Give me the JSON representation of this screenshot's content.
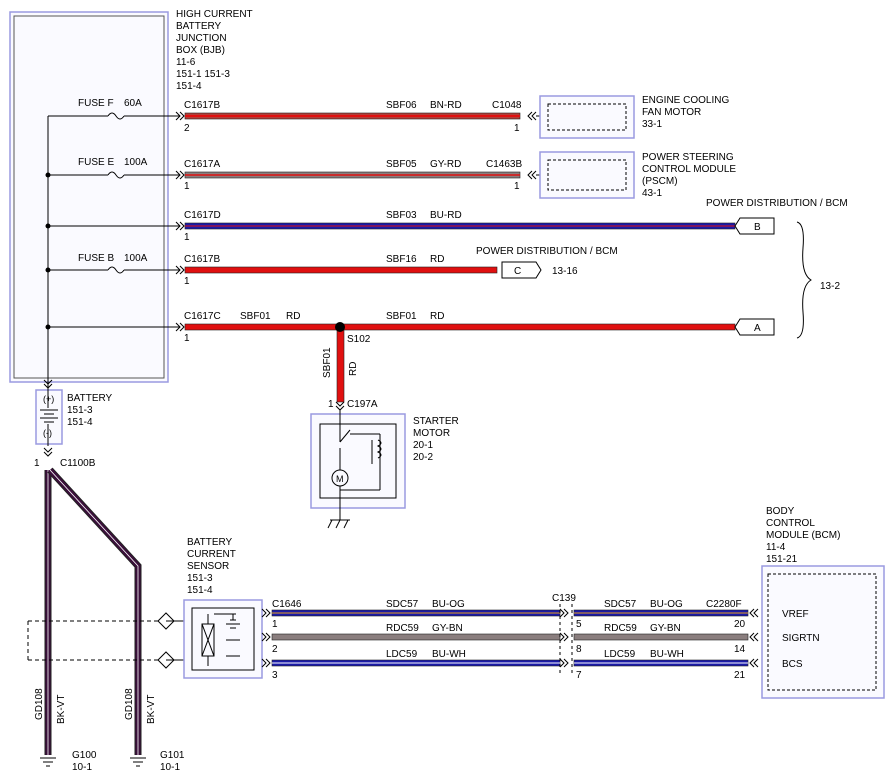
{
  "colors": {
    "box_border": "#9a9ae0",
    "red": "#e01010",
    "blue": "#1a1aa8",
    "gray": "#8a7e7e",
    "bkvt": "#3b0f3b",
    "wire_edge": "#222222"
  },
  "bjb": {
    "title_lines": [
      "HIGH CURRENT",
      "BATTERY",
      "JUNCTION",
      "BOX (BJB)",
      "11-6",
      "151-1      151-3",
      "151-4"
    ]
  },
  "fuses": [
    {
      "name": "FUSE F",
      "rating": "60A"
    },
    {
      "name": "FUSE E",
      "rating": "100A"
    },
    {
      "name": "FUSE B",
      "rating": "100A"
    }
  ],
  "circuits": [
    {
      "conn": "C1617B",
      "pin": "2",
      "circuit": "SBF06",
      "color": "BN-RD",
      "end_conn": "C1048",
      "end_pin": "1"
    },
    {
      "conn": "C1617A",
      "pin": "1",
      "circuit": "SBF05",
      "color": "GY-RD",
      "end_conn": "C1463B",
      "end_pin": "1"
    },
    {
      "conn": "C1617D",
      "pin": "1",
      "circuit": "SBF03",
      "color": "BU-RD"
    },
    {
      "conn": "C1617B",
      "pin": "1",
      "circuit": "SBF16",
      "color": "RD"
    },
    {
      "conn": "C1617C",
      "pin": "1",
      "circuit": "SBF01",
      "color": "RD",
      "circuit2": "SBF01",
      "color2": "RD"
    }
  ],
  "components": {
    "fan_motor": [
      "ENGINE COOLING",
      "FAN MOTOR",
      "33-1"
    ],
    "pscm": [
      "POWER STEERING",
      "CONTROL MODULE",
      "(PSCM)",
      "43-1"
    ],
    "power_dist_top": "POWER DISTRIBUTION / BCM",
    "power_dist_mid": "POWER DISTRIBUTION / BCM",
    "ref_13_16": "13-16",
    "ref_13_2": "13-2",
    "port_b": "B",
    "port_c": "C",
    "port_a": "A"
  },
  "splice": {
    "name": "S102",
    "vertical_circuit": "SBF01",
    "vertical_color": "RD",
    "pin": "1",
    "conn": "C197A"
  },
  "starter": [
    "STARTER",
    "MOTOR",
    "20-1",
    "20-2"
  ],
  "starter_motor_symbol": "M",
  "battery": {
    "lines": [
      "BATTERY",
      "151-3",
      "151-4"
    ],
    "plus": "(+)",
    "minus": "(-)",
    "conn": "C1100B",
    "pin": "1"
  },
  "grounds": [
    {
      "wire": "GD108",
      "color": "BK-VT",
      "name": "G100",
      "ref": "10-1"
    },
    {
      "wire": "GD108",
      "color": "BK-VT",
      "name": "G101",
      "ref": "10-1"
    }
  ],
  "sensor": {
    "lines": [
      "BATTERY",
      "CURRENT",
      "SENSOR",
      "151-3",
      "151-4"
    ],
    "conn": "C1646",
    "mid_conn": "C139",
    "end_conn": "C2280F"
  },
  "sensor_circuits": [
    {
      "pin": "1",
      "circuit": "SDC57",
      "color": "BU-OG",
      "mid_pin": "5",
      "circuit2": "SDC57",
      "color2": "BU-OG",
      "end_pin": "20",
      "bcm_label": "VREF"
    },
    {
      "pin": "2",
      "circuit": "RDC59",
      "color": "GY-BN",
      "mid_pin": "8",
      "circuit2": "RDC59",
      "color2": "GY-BN",
      "end_pin": "14",
      "bcm_label": "SIGRTN"
    },
    {
      "pin": "3",
      "circuit": "LDC59",
      "color": "BU-WH",
      "mid_pin": "7",
      "circuit2": "LDC59",
      "color2": "BU-WH",
      "end_pin": "21",
      "bcm_label": "BCS"
    }
  ],
  "bcm": [
    "BODY",
    "CONTROL",
    "MODULE (BCM)",
    "11-4",
    "151-21"
  ]
}
